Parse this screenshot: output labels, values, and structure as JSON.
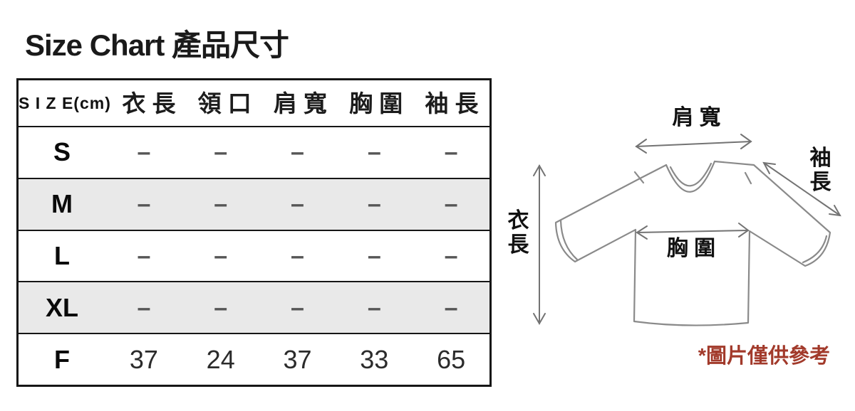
{
  "title": "Size Chart 產品尺寸",
  "table": {
    "unit_header": "S I Z E(cm)",
    "columns": [
      "衣 長",
      "領 口",
      "肩 寬",
      "胸 圍",
      "袖 長"
    ],
    "rows": [
      {
        "size": "S",
        "shaded": false,
        "values": [
          "–",
          "–",
          "–",
          "–",
          "–"
        ]
      },
      {
        "size": "M",
        "shaded": true,
        "values": [
          "–",
          "–",
          "–",
          "–",
          "–"
        ]
      },
      {
        "size": "L",
        "shaded": false,
        "values": [
          "–",
          "–",
          "–",
          "–",
          "–"
        ]
      },
      {
        "size": "XL",
        "shaded": true,
        "values": [
          "–",
          "–",
          "–",
          "–",
          "–"
        ]
      },
      {
        "size": "F",
        "shaded": false,
        "values": [
          "37",
          "24",
          "37",
          "33",
          "65"
        ]
      }
    ]
  },
  "diagram": {
    "labels": {
      "shoulder_width": "肩 寬",
      "sleeve_length": "袖長",
      "garment_length": "衣長",
      "chest": "胸 圍"
    },
    "note": "*圖片僅供參考"
  },
  "colors": {
    "note_red": "#a23a2b",
    "row_shade": "#e9e9e9",
    "table_border": "#161616",
    "shirt_outline": "#8a8a8a",
    "arrow_gray": "#737373",
    "dash_gray": "#565656"
  }
}
